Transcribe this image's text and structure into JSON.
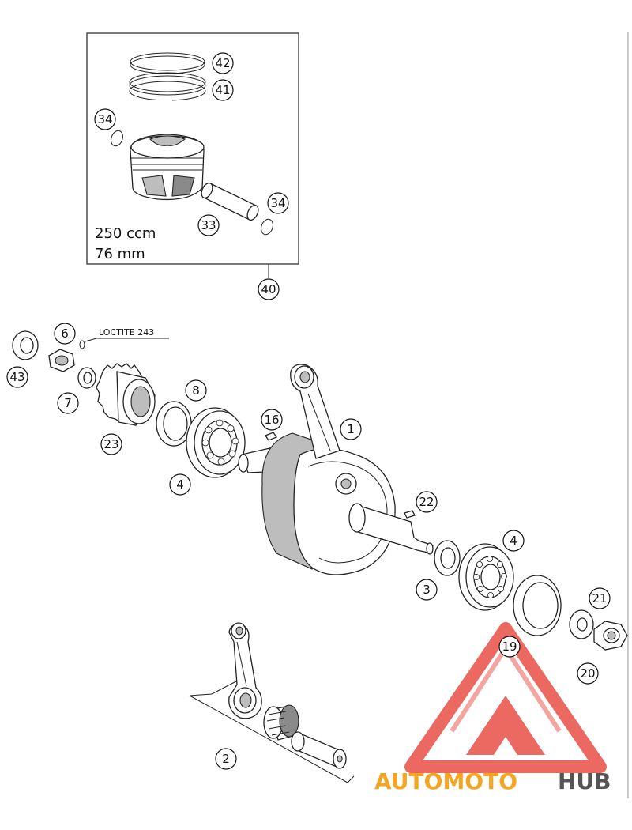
{
  "piston_kit": {
    "displacement": "250 ccm",
    "bore": "76 mm",
    "kit_callout": "40"
  },
  "note": {
    "loctite": "LOCTITE 243"
  },
  "callouts": {
    "c42": "42",
    "c41": "41",
    "c34a": "34",
    "c34b": "34",
    "c33": "33",
    "c40": "40",
    "c6": "6",
    "c43": "43",
    "c7": "7",
    "c23": "23",
    "c8": "8",
    "c4a": "4",
    "c16": "16",
    "c1": "1",
    "c22": "22",
    "c3": "3",
    "c4b": "4",
    "c21": "21",
    "c19": "19",
    "c20": "20",
    "c2": "2"
  },
  "watermark": {
    "part1": "AUTOMOTO",
    "part2": "HUB",
    "color_orange": "#f4a623",
    "color_red": "#e8443a",
    "color_gray": "#555555"
  }
}
